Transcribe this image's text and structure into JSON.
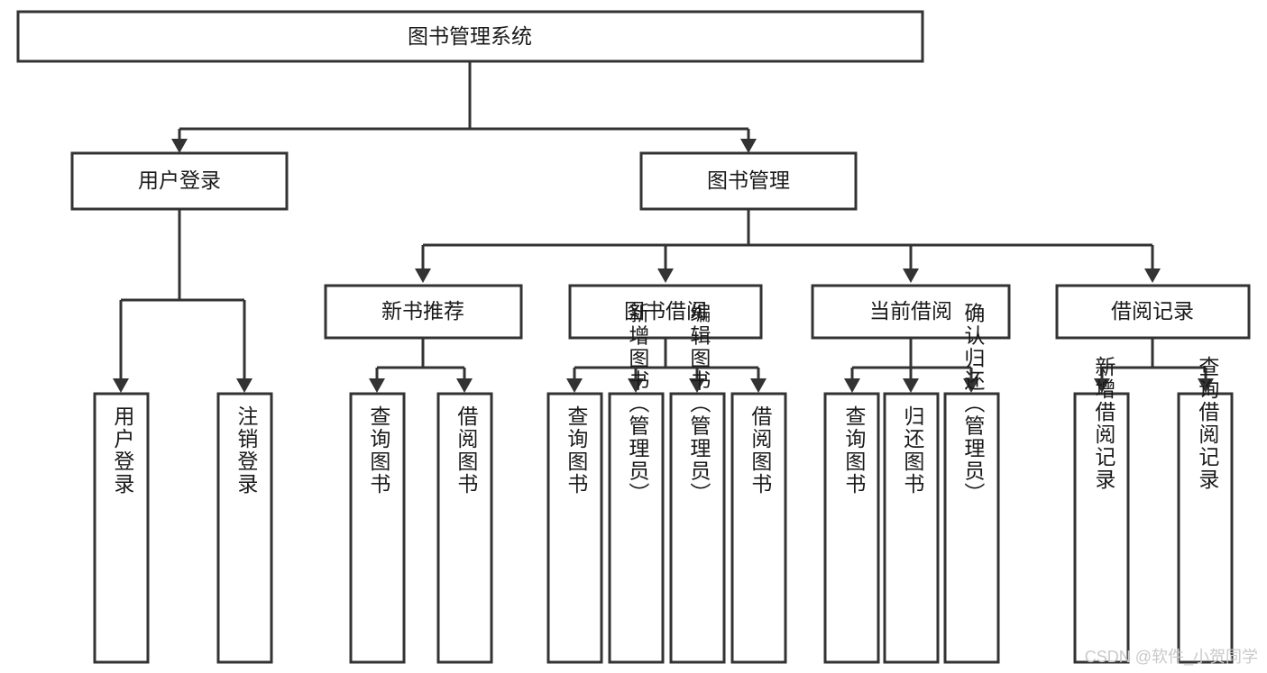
{
  "diagram": {
    "title": "图书管理系统",
    "watermark": "CSDN @软件_小贺同学",
    "colors": {
      "stroke": "#333333",
      "fill": "#ffffff",
      "text": "#1a1a1a",
      "watermark": "#c9c9c9"
    },
    "root": {
      "id": "root",
      "label": "图书管理系统",
      "orientation": "horizontal"
    },
    "level2": [
      {
        "id": "user-login",
        "label": "用户登录",
        "orientation": "horizontal"
      },
      {
        "id": "book-management",
        "label": "图书管理",
        "orientation": "horizontal"
      }
    ],
    "level3": [
      {
        "id": "new-book-recommend",
        "label": "新书推荐",
        "orientation": "horizontal",
        "parent": "book-management"
      },
      {
        "id": "book-borrow",
        "label": "图书借阅",
        "orientation": "horizontal",
        "parent": "book-management"
      },
      {
        "id": "current-borrow",
        "label": "当前借阅",
        "orientation": "horizontal",
        "parent": "book-management"
      },
      {
        "id": "borrow-record",
        "label": "借阅记录",
        "orientation": "horizontal",
        "parent": "book-management"
      }
    ],
    "leaves": [
      {
        "id": "leaf-user-login",
        "label": "用户登录",
        "orientation": "vertical",
        "parent": "user-login"
      },
      {
        "id": "leaf-logout",
        "label": "注销登录",
        "orientation": "vertical",
        "parent": "user-login"
      },
      {
        "id": "leaf-query-book-1",
        "label": "查询图书",
        "orientation": "vertical",
        "parent": "new-book-recommend"
      },
      {
        "id": "leaf-borrow-book-1",
        "label": "借阅图书",
        "orientation": "vertical",
        "parent": "new-book-recommend"
      },
      {
        "id": "leaf-query-book-2",
        "label": "查询图书",
        "orientation": "vertical",
        "parent": "book-borrow"
      },
      {
        "id": "leaf-add-book",
        "label": "新增图书（管理员）",
        "orientation": "vertical",
        "parent": "book-borrow"
      },
      {
        "id": "leaf-edit-book",
        "label": "编辑图书（管理员）",
        "orientation": "vertical",
        "parent": "book-borrow"
      },
      {
        "id": "leaf-borrow-book-2",
        "label": "借阅图书",
        "orientation": "vertical",
        "parent": "book-borrow"
      },
      {
        "id": "leaf-query-book-3",
        "label": "查询图书",
        "orientation": "vertical",
        "parent": "current-borrow"
      },
      {
        "id": "leaf-return-book",
        "label": "归还图书",
        "orientation": "vertical",
        "parent": "current-borrow"
      },
      {
        "id": "leaf-confirm-return",
        "label": "确认归还（管理员）",
        "orientation": "vertical",
        "parent": "current-borrow"
      },
      {
        "id": "leaf-add-record",
        "label": "新增借阅记录",
        "orientation": "vertical",
        "parent": "borrow-record"
      },
      {
        "id": "leaf-query-record",
        "label": "查询借阅记录",
        "orientation": "vertical",
        "parent": "borrow-record"
      }
    ]
  }
}
